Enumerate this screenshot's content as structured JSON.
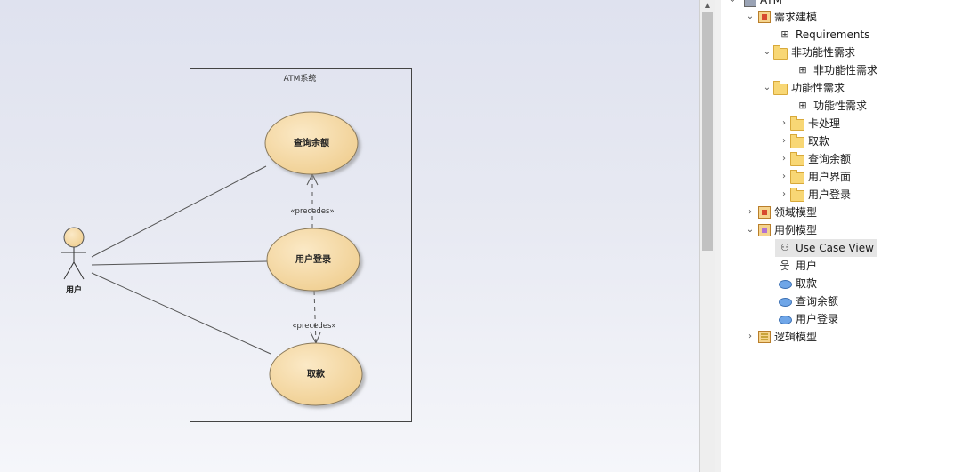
{
  "diagram": {
    "boundary_title": "ATM系统",
    "actor_label": "用户",
    "use_cases": {
      "balance": "查询余额",
      "login": "用户登录",
      "withdraw": "取款"
    },
    "dependency_label_top": "«precedes»",
    "dependency_label_bottom": "«precedes»"
  },
  "tree": {
    "root": "ATM",
    "items": [
      {
        "label": "需求建模",
        "icon": "package-icon",
        "expanded": true
      },
      {
        "label": "Requirements",
        "icon": "requirement-diagram-icon"
      },
      {
        "label": "非功能性需求",
        "icon": "folder-icon",
        "expanded": true
      },
      {
        "label": "非功能性需求",
        "icon": "requirement-diagram-icon"
      },
      {
        "label": "功能性需求",
        "icon": "folder-icon",
        "expanded": true
      },
      {
        "label": "功能性需求",
        "icon": "requirement-diagram-icon"
      },
      {
        "label": "卡处理",
        "icon": "folder-icon",
        "expanded": false
      },
      {
        "label": "取款",
        "icon": "folder-icon",
        "expanded": false
      },
      {
        "label": "查询余额",
        "icon": "folder-icon",
        "expanded": false
      },
      {
        "label": "用户界面",
        "icon": "folder-icon",
        "expanded": false
      },
      {
        "label": "用户登录",
        "icon": "folder-icon",
        "expanded": false
      },
      {
        "label": "领域模型",
        "icon": "package-icon",
        "expanded": false
      },
      {
        "label": "用例模型",
        "icon": "package-icon",
        "expanded": true
      },
      {
        "label": "Use Case View",
        "icon": "usecase-diagram-icon",
        "selected": true
      },
      {
        "label": "用户",
        "icon": "actor-icon"
      },
      {
        "label": "取款",
        "icon": "usecase-icon"
      },
      {
        "label": "查询余额",
        "icon": "usecase-icon"
      },
      {
        "label": "用户登录",
        "icon": "usecase-icon"
      },
      {
        "label": "逻辑模型",
        "icon": "package-icon",
        "expanded": false
      }
    ]
  },
  "colors": {
    "use_case_fill": "#f5d9a4",
    "use_case_stroke": "#8a7a5c",
    "selection": "#e5e5e5"
  }
}
